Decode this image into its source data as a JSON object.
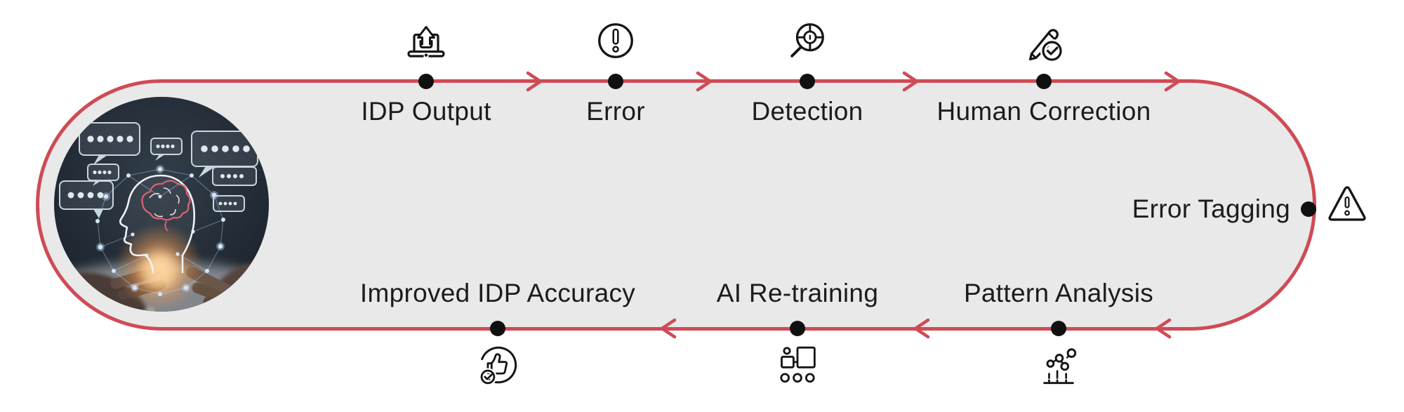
{
  "colors": {
    "accent": "#cf4b55",
    "track_fill": "#e9e9ea",
    "text": "#1c1c1e",
    "icon": "#151515"
  },
  "loop": {
    "top_steps": [
      {
        "label": "IDP Output",
        "icon": "laptop-upload-icon"
      },
      {
        "label": "Error",
        "icon": "exclamation-circle-icon"
      },
      {
        "label": "Detection",
        "icon": "target-search-icon"
      },
      {
        "label": "Human Correction",
        "icon": "pencil-check-icon"
      }
    ],
    "right_step": {
      "label": "Error Tagging",
      "icon": "warning-triangle-icon"
    },
    "bottom_steps": [
      {
        "label": "Pattern Analysis",
        "icon": "scatter-chart-icon"
      },
      {
        "label": "AI Re-training",
        "icon": "blocks-flow-icon"
      },
      {
        "label": "Improved IDP Accuracy",
        "icon": "thumbs-up-check-icon"
      }
    ]
  }
}
